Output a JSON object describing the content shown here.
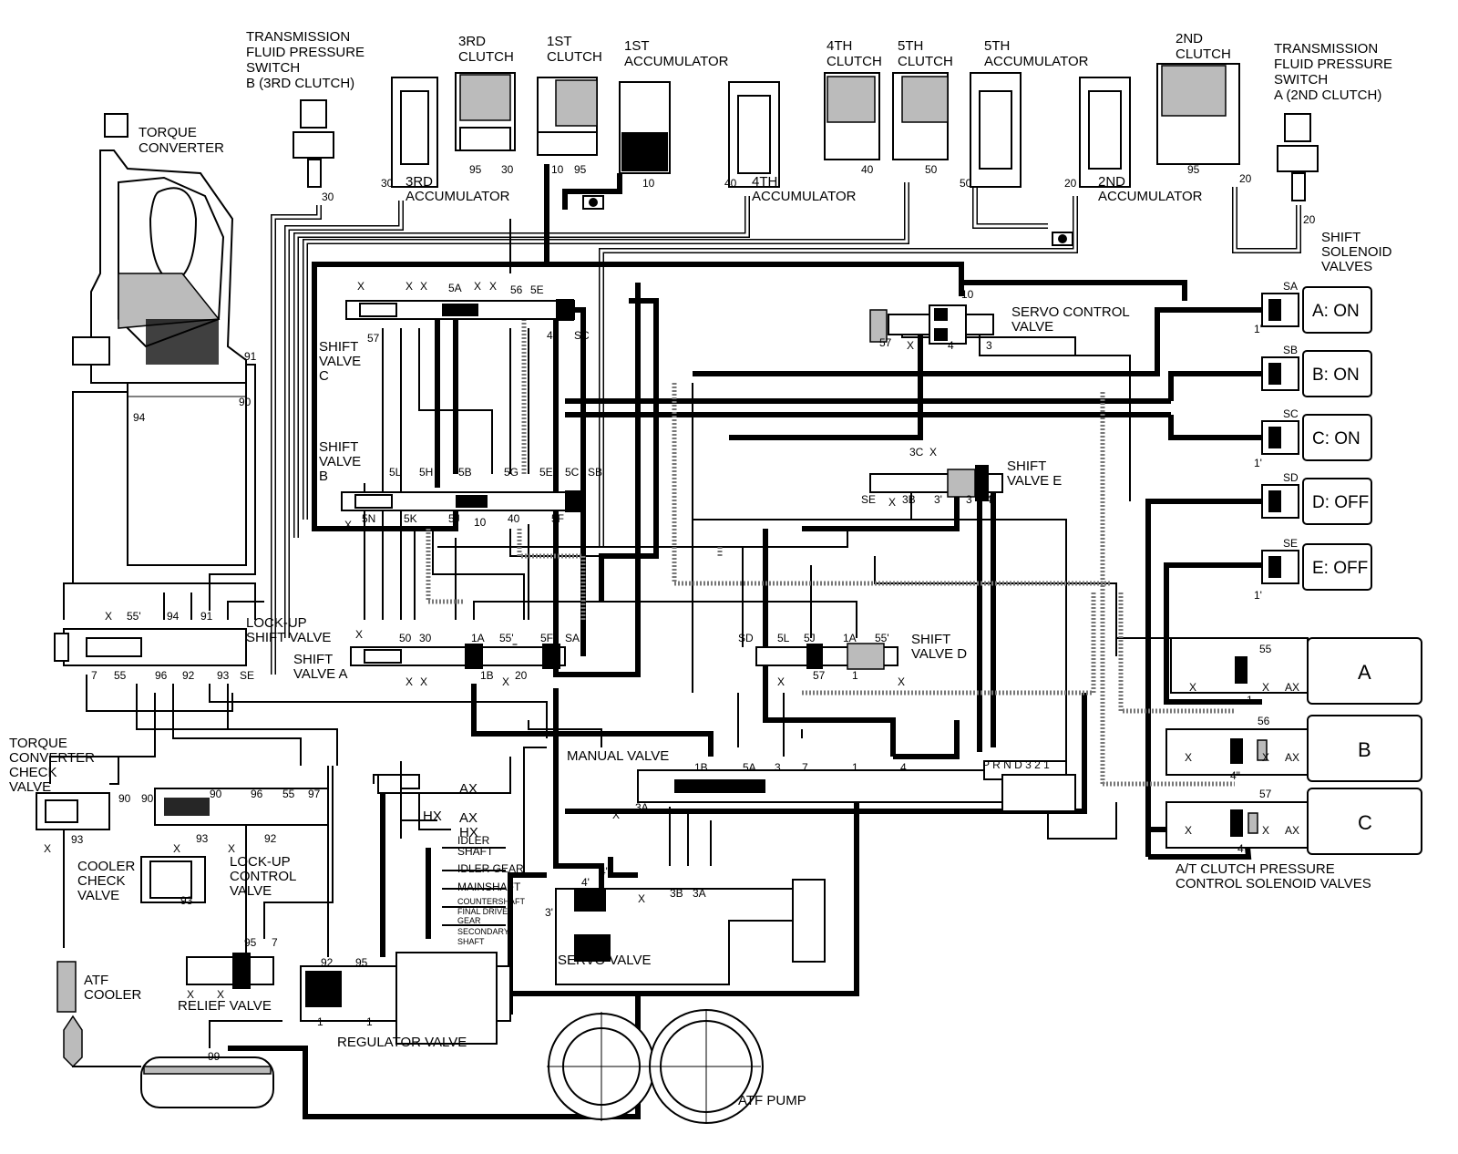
{
  "labels": {
    "tfps_b": [
      "TRANSMISSION",
      "FLUID PRESSURE",
      "SWITCH",
      "B (3RD CLUTCH)"
    ],
    "clutch3": [
      "3RD",
      "CLUTCH"
    ],
    "clutch1": [
      "1ST",
      "CLUTCH"
    ],
    "acc1": [
      "1ST",
      "ACCUMULATOR"
    ],
    "clutch4": [
      "4TH",
      "CLUTCH"
    ],
    "clutch5": [
      "5TH",
      "CLUTCH"
    ],
    "acc5": [
      "5TH",
      "ACCUMULATOR"
    ],
    "clutch2": [
      "2ND",
      "CLUTCH"
    ],
    "tfps_a": [
      "TRANSMISSION",
      "FLUID PRESSURE",
      "SWITCH",
      "A (2ND CLUTCH)"
    ],
    "torque_converter": [
      "TORQUE",
      "CONVERTER"
    ],
    "acc3": [
      "3RD",
      "ACCUMULATOR"
    ],
    "acc4": [
      "4TH",
      "ACCUMULATOR"
    ],
    "acc2": [
      "2ND",
      "ACCUMULATOR"
    ],
    "shift_solenoid": [
      "SHIFT",
      "SOLENOID",
      "VALVES"
    ],
    "servo_control": [
      "SERVO CONTROL",
      "VALVE"
    ],
    "shift_valve_c": [
      "SHIFT",
      "VALVE",
      "C"
    ],
    "shift_valve_b": [
      "SHIFT",
      "VALVE",
      "B"
    ],
    "shift_valve_e": [
      "SHIFT",
      "VALVE E"
    ],
    "lockup_shift": [
      "LOCK-UP",
      "SHIFT VALVE"
    ],
    "shift_valve_a": [
      "SHIFT",
      "VALVE A"
    ],
    "shift_valve_d": [
      "SHIFT",
      "VALVE D"
    ],
    "tc_check": [
      "TORQUE",
      "CONVERTER",
      "CHECK",
      "VALVE"
    ],
    "manual_valve": "MANUAL VALVE",
    "cooler_check": [
      "COOLER",
      "CHECK",
      "VALVE"
    ],
    "lockup_control": [
      "LOCK-UP",
      "CONTROL",
      "VALVE"
    ],
    "servo_valve": "SERVO VALVE",
    "atf_cooler": [
      "ATF",
      "COOLER"
    ],
    "relief_valve": "RELIEF VALVE",
    "regulator_valve": "REGULATOR VALVE",
    "atf_pump": "ATF PUMP",
    "clutch_pcs": [
      "A/T CLUTCH PRESSURE",
      "CONTROL SOLENOID VALVES"
    ],
    "shafts": [
      "IDLER",
      "SHAFT",
      "IDLER GEAR",
      "MAINSHAFT",
      "COUNTERSHAFT",
      "FINAL DRIVE",
      "GEAR",
      "SECONDARY",
      "SHAFT"
    ],
    "ax": "AX",
    "hx": "HX",
    "gear_positions": "P R N D 3 2 1"
  },
  "solenoids": [
    {
      "tag": "SA",
      "state": "A: ON"
    },
    {
      "tag": "SB",
      "state": "B: ON"
    },
    {
      "tag": "SC",
      "state": "C: ON"
    },
    {
      "tag": "SD",
      "state": "D: OFF"
    },
    {
      "tag": "SE",
      "state": "E: OFF"
    }
  ],
  "clutch_pcs_units": [
    "A",
    "B",
    "C"
  ],
  "port_numbers": {
    "n30": "30",
    "n95": "95",
    "n10": "10",
    "n40": "40",
    "n50": "50",
    "n20": "20",
    "n91": "91",
    "n90": "90",
    "n94": "94",
    "n57": "57",
    "n55": "55",
    "n56": "56",
    "n4": "4",
    "n4pp": "4\"",
    "n4p": "4'",
    "n3": "3",
    "n3p": "3'",
    "n1": "1",
    "n1p": "1'",
    "n7": "7",
    "n96": "96",
    "n92": "92",
    "n93": "93",
    "n97": "97",
    "n99": "99",
    "n55p": "55'",
    "n5A": "5A",
    "n5B": "5B",
    "n5C": "5C",
    "n5E": "5E",
    "n5F": "5F",
    "n5G": "5G",
    "n5H": "5H",
    "n5J": "5J",
    "n5K": "5K",
    "n5L": "5L",
    "n5N": "5N",
    "n56s": "56",
    "n3A": "3A",
    "n3B": "3B",
    "n3C": "3C",
    "n1A": "1A",
    "n1B": "1B",
    "n2": "2",
    "nX": "X",
    "nSC": "SC",
    "nSB": "SB",
    "nSA": "SA",
    "nSD": "SD",
    "nSE": "SE"
  }
}
